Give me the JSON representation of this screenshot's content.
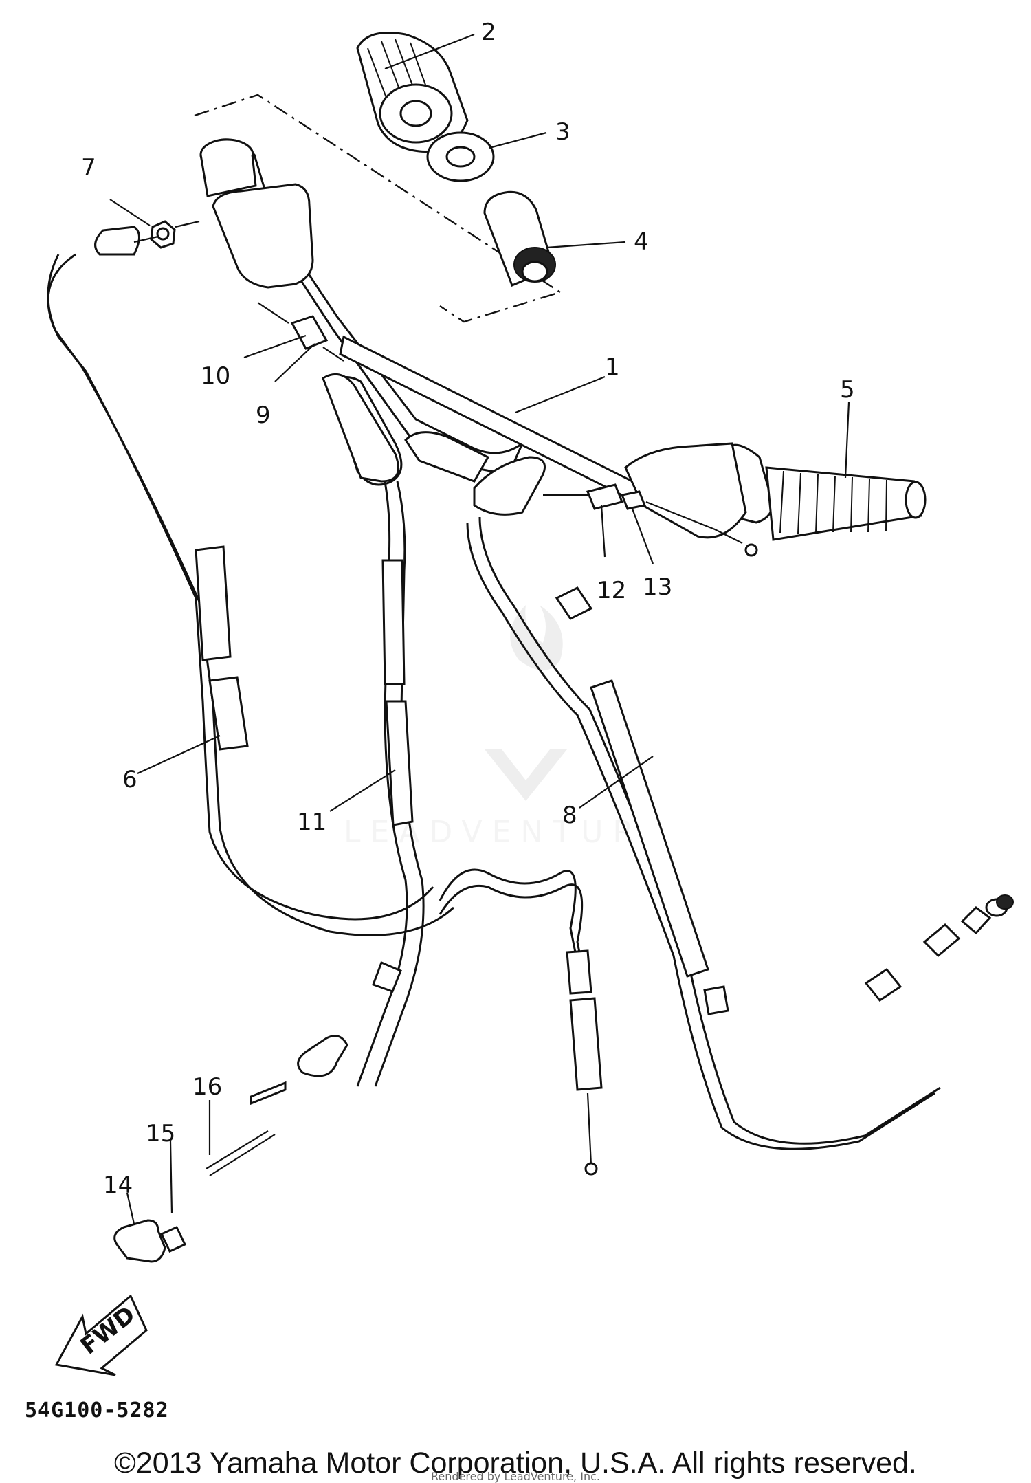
{
  "diagram": {
    "callouts": [
      "1",
      "2",
      "3",
      "4",
      "5",
      "6",
      "7",
      "8",
      "9",
      "10",
      "11",
      "12",
      "13",
      "14",
      "15",
      "16"
    ],
    "fwd_label": "FWD",
    "part_code": "54G100-5282",
    "watermark": "LEADVENTURE",
    "copyright": "©2013 Yamaha Motor Corporation, U.S.A. All rights reserved.",
    "credit": "Rendered by LeadVenture, Inc."
  }
}
